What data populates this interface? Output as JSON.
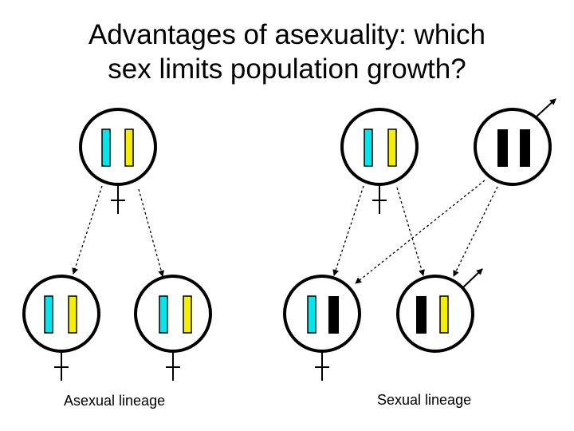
{
  "title": {
    "line1": "Advantages of asexuality: which",
    "line2": "sex limits population growth?"
  },
  "captions": {
    "asexual": "Asexual lineage",
    "sexual": "Sexual lineage"
  },
  "colors": {
    "cyan_chromosome": "#00e5ee",
    "yellow_chromosome": "#f5ee00",
    "black_chromosome": "#000000",
    "outline": "#000000",
    "background": "#ffffff"
  },
  "individuals": [
    {
      "id": "asexual-mother",
      "sex": "female",
      "chromosomes": [
        "cyan",
        "yellow"
      ]
    },
    {
      "id": "asexual-daughter-left",
      "sex": "female",
      "chromosomes": [
        "cyan",
        "yellow"
      ]
    },
    {
      "id": "asexual-daughter-right",
      "sex": "female",
      "chromosomes": [
        "cyan",
        "yellow"
      ]
    },
    {
      "id": "sexual-mother",
      "sex": "female",
      "chromosomes": [
        "cyan",
        "yellow"
      ]
    },
    {
      "id": "sexual-father",
      "sex": "male",
      "chromosomes": [
        "black",
        "black"
      ]
    },
    {
      "id": "sexual-daughter",
      "sex": "female",
      "chromosomes": [
        "cyan",
        "black"
      ]
    },
    {
      "id": "sexual-son",
      "sex": "male",
      "chromosomes": [
        "black",
        "yellow"
      ]
    }
  ]
}
